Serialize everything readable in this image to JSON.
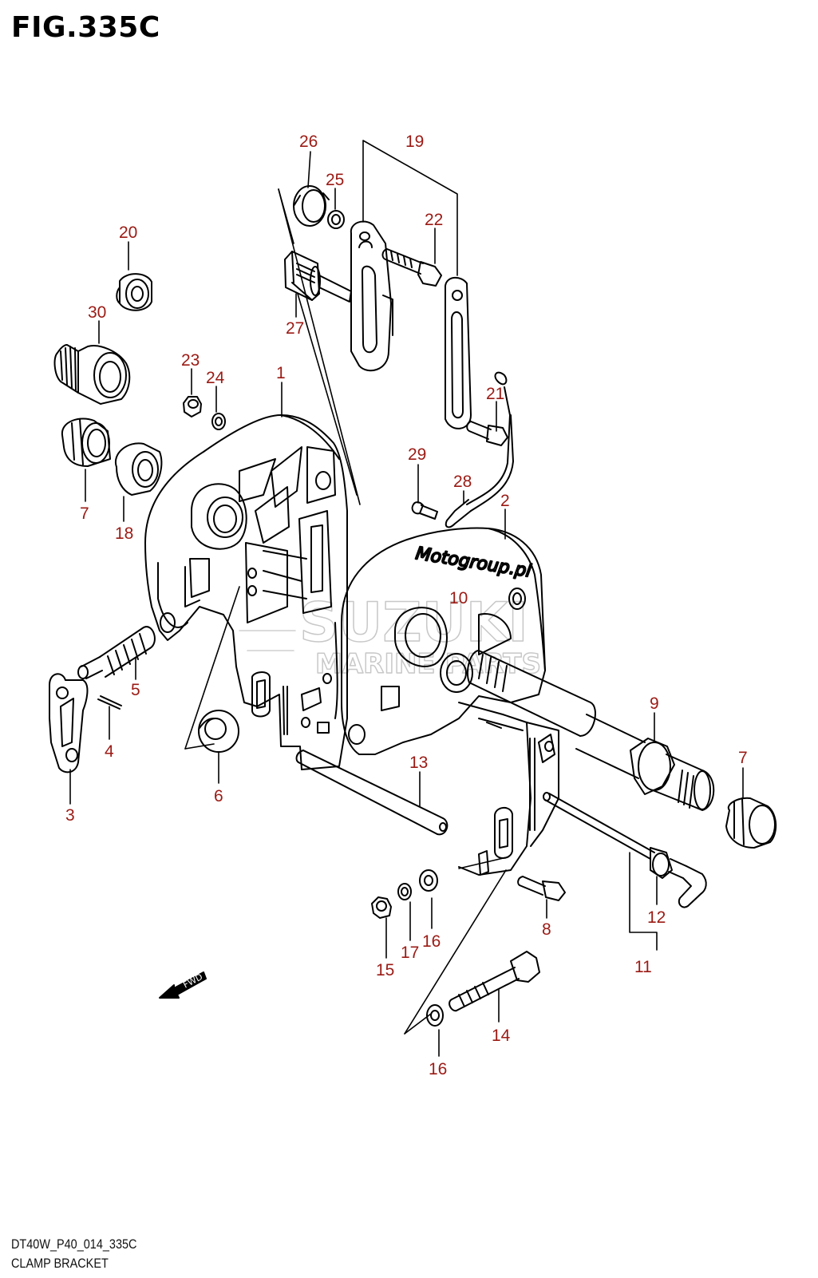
{
  "figure": {
    "title": "FIG.335C"
  },
  "footer": {
    "code": "DT40W_P40_014_335C",
    "caption": "CLAMP BRACKET"
  },
  "watermark": {
    "brand": "SUZUKI",
    "subtitle": "MARINE PARTS",
    "site": "Motogroup.pl"
  },
  "fwd_label": "FWD",
  "colors": {
    "callout": "#9b1a14",
    "line": "#000000",
    "watermark": "#bdbdbd"
  },
  "callouts": [
    {
      "id": "c26",
      "text": "26"
    },
    {
      "id": "c19",
      "text": "19"
    },
    {
      "id": "c25",
      "text": "25"
    },
    {
      "id": "c22",
      "text": "22"
    },
    {
      "id": "c20",
      "text": "20"
    },
    {
      "id": "c30",
      "text": "30"
    },
    {
      "id": "c27",
      "text": "27"
    },
    {
      "id": "c23",
      "text": "23"
    },
    {
      "id": "c24",
      "text": "24"
    },
    {
      "id": "c1",
      "text": "1"
    },
    {
      "id": "c21",
      "text": "21"
    },
    {
      "id": "c29",
      "text": "29"
    },
    {
      "id": "c28",
      "text": "28"
    },
    {
      "id": "c2",
      "text": "2"
    },
    {
      "id": "c7a",
      "text": "7"
    },
    {
      "id": "c18",
      "text": "18"
    },
    {
      "id": "c10",
      "text": "10"
    },
    {
      "id": "c5",
      "text": "5"
    },
    {
      "id": "c9",
      "text": "9"
    },
    {
      "id": "c4",
      "text": "4"
    },
    {
      "id": "c7b",
      "text": "7"
    },
    {
      "id": "c6",
      "text": "6"
    },
    {
      "id": "c13",
      "text": "13"
    },
    {
      "id": "c3",
      "text": "3"
    },
    {
      "id": "c12",
      "text": "12"
    },
    {
      "id": "c8",
      "text": "8"
    },
    {
      "id": "c16a",
      "text": "16"
    },
    {
      "id": "c17",
      "text": "17"
    },
    {
      "id": "c15",
      "text": "15"
    },
    {
      "id": "c11",
      "text": "11"
    },
    {
      "id": "c14",
      "text": "14"
    },
    {
      "id": "c16b",
      "text": "16"
    }
  ]
}
